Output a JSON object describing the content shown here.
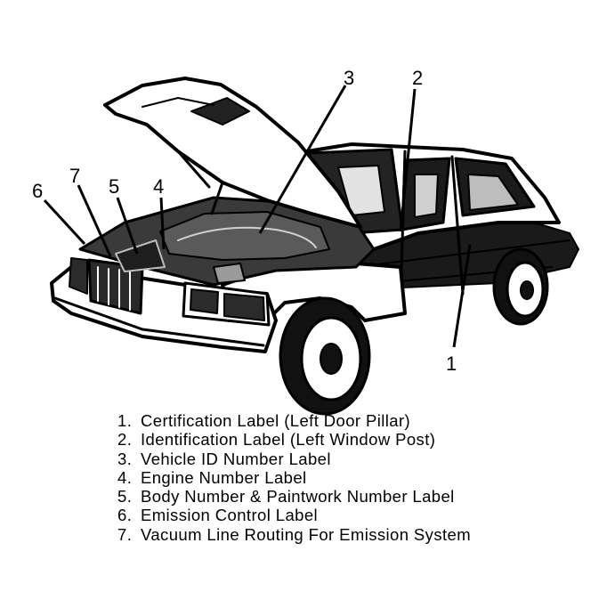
{
  "callouts": [
    "1",
    "2",
    "3",
    "4",
    "5",
    "6",
    "7"
  ],
  "legend": [
    {
      "num": "1.",
      "text": "Certification Label (Left Door Pillar)"
    },
    {
      "num": "2.",
      "text": "Identification Label (Left Window Post)"
    },
    {
      "num": "3.",
      "text": "Vehicle ID Number Label"
    },
    {
      "num": "4.",
      "text": "Engine Number Label"
    },
    {
      "num": "5.",
      "text": "Body Number & Paintwork Number Label"
    },
    {
      "num": "6.",
      "text": "Emission Control Label"
    },
    {
      "num": "7.",
      "text": "Vacuum Line Routing For Emission System"
    }
  ]
}
